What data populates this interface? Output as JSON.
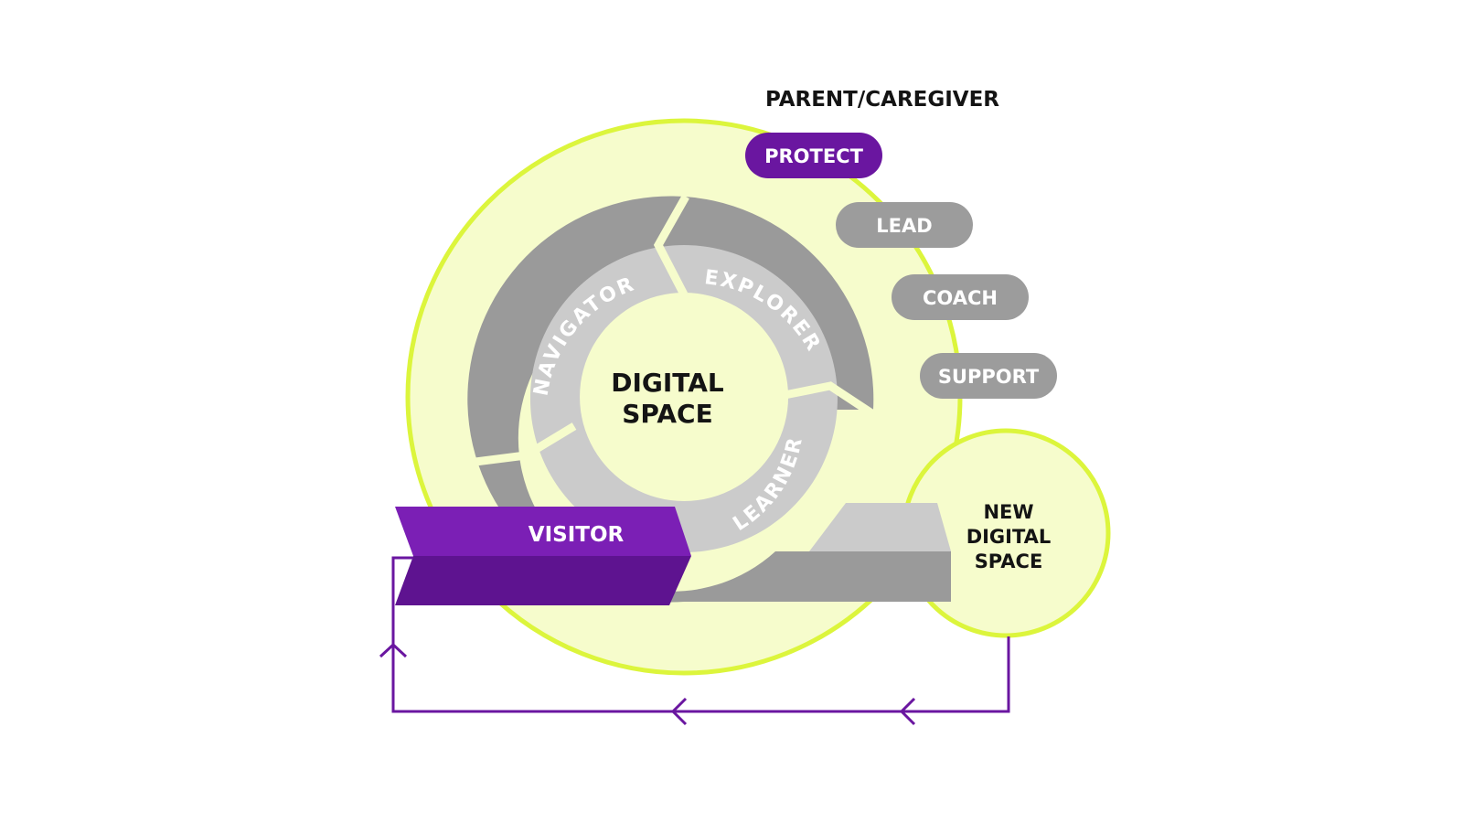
{
  "center": {
    "line1": "DIGITAL",
    "line2": "SPACE"
  },
  "cycle_stages": {
    "navigator": "NAVIGATOR",
    "explorer": "EXPLORER",
    "learner": "LEARNER"
  },
  "visitor": "VISITOR",
  "new_space": {
    "line1": "NEW",
    "line2": "DIGITAL",
    "line3": "SPACE"
  },
  "parent_title": "PARENT/CAREGIVER",
  "roles": [
    "PROTECT",
    "LEAD",
    "COACH",
    "SUPPORT"
  ],
  "colors": {
    "lime_stroke": "#dcf53c",
    "lime_fill": "#f6fccc",
    "dark_gray": "#9a9a9a",
    "light_gray": "#cbcbcb",
    "purple": "#6a16a0",
    "purple_light": "#7b1fb5",
    "purple_dark": "#5e1390",
    "pill_gray": "#9c9c9c"
  }
}
